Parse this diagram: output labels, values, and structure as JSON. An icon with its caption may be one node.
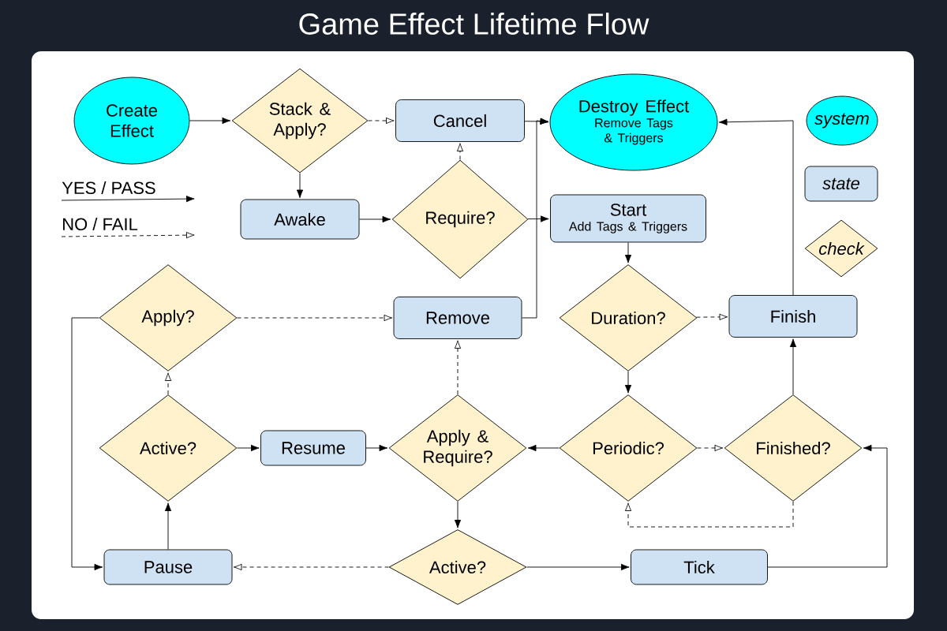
{
  "diagram": {
    "title": "Game Effect Lifetime Flow",
    "nodes": [
      {
        "text": [
          "Create Effect"
        ]
      },
      {
        "text": [
          "Stack & Apply?"
        ]
      },
      {
        "text": [
          "Cancel"
        ]
      },
      {
        "text": [
          "Destroy Effect",
          "Remove Tags & Triggers"
        ]
      },
      {
        "text": [
          "system"
        ]
      },
      {
        "text": [
          "state"
        ]
      },
      {
        "text": [
          "Awake"
        ]
      },
      {
        "text": [
          "Require?"
        ]
      },
      {
        "text": [
          "Start",
          "Add Tags & Triggers"
        ]
      },
      {
        "text": [
          "check"
        ]
      },
      {
        "text": [
          "Apply?"
        ]
      },
      {
        "text": [
          "Remove"
        ]
      },
      {
        "text": [
          "Duration?"
        ]
      },
      {
        "text": [
          "Finish"
        ]
      },
      {
        "text": [
          "Active?"
        ]
      },
      {
        "text": [
          "Resume"
        ]
      },
      {
        "text": [
          "Apply & Require?"
        ]
      },
      {
        "text": [
          "Periodic?"
        ]
      },
      {
        "text": [
          "Finished?"
        ]
      },
      {
        "text": [
          "Pause"
        ]
      },
      {
        "text": [
          "Active?"
        ]
      },
      {
        "text": [
          "Tick"
        ]
      }
    ],
    "edges": [
      {
        "from": 0,
        "to": 1,
        "arrow": "to"
      },
      {
        "from": 1,
        "to": 2,
        "arrow": "to",
        "style": "dashed"
      },
      {
        "from": 1,
        "to": 6,
        "arrow": "to"
      },
      {
        "from": 2,
        "to": 3,
        "arrow": "to"
      },
      {
        "from": 6,
        "to": 7,
        "arrow": "to"
      },
      {
        "from": 7,
        "to": 2,
        "arrow": "to",
        "style": "dashed"
      },
      {
        "from": 7,
        "to": 8,
        "arrow": "to"
      },
      {
        "from": 11,
        "to": 3,
        "arrow": "to"
      },
      {
        "from": 8,
        "to": 12,
        "arrow": "to"
      },
      {
        "from": 12,
        "to": 13,
        "arrow": "to",
        "style": "dashed"
      },
      {
        "from": 13,
        "to": 3,
        "arrow": "to"
      },
      {
        "from": 12,
        "to": 17,
        "arrow": "to"
      },
      {
        "from": 17,
        "to": 18,
        "arrow": "to",
        "style": "dashed"
      },
      {
        "from": 17,
        "to": 16,
        "arrow": "to"
      },
      {
        "from": 18,
        "to": 13,
        "arrow": "to"
      },
      {
        "from": 18,
        "to": 17,
        "arrow": "to",
        "style": "dashed"
      },
      {
        "from": 16,
        "to": 11,
        "arrow": "to",
        "style": "dashed"
      },
      {
        "from": 16,
        "to": 20,
        "arrow": "to"
      },
      {
        "from": 20,
        "to": 19,
        "arrow": "to",
        "style": "dashed"
      },
      {
        "from": 20,
        "to": 21,
        "arrow": "to"
      },
      {
        "from": 21,
        "to": 18,
        "arrow": "to"
      },
      {
        "from": 19,
        "to": 14,
        "arrow": "to"
      },
      {
        "from": 14,
        "to": 15,
        "arrow": "to"
      },
      {
        "from": 15,
        "to": 16,
        "arrow": "to"
      },
      {
        "from": 14,
        "to": 10,
        "arrow": "to",
        "style": "dashed"
      },
      {
        "from": 10,
        "to": 11,
        "arrow": "to",
        "style": "dashed"
      },
      {
        "from": 10,
        "to": 19,
        "arrow": "to"
      }
    ],
    "legend": [
      {
        "text": "YES / PASS"
      },
      {
        "text": "NO / FAIL"
      }
    ]
  }
}
